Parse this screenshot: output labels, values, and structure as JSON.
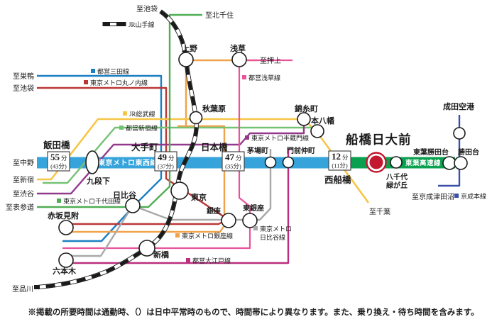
{
  "note": "※掲載の所要時間は通勤時、（）は日中平常時のもので、時間帯により異なります。また、乗り換え・待ち時間を含みます。",
  "banners": {
    "tozai": "東京メトロ東西線",
    "toyo": "東葉高速線"
  },
  "stations": {
    "ueno": "上野",
    "asakusa": "浅草",
    "akihabara": "秋葉原",
    "kinshicho": "錦糸町",
    "moto_yawata": "本八幡",
    "iidabashi": "飯田橋",
    "kudanshita": "九段下",
    "otemachi": "大手町",
    "nihombashi": "日本橋",
    "kayabacho": "茅場町",
    "monzen_nakacho": "門前仲町",
    "nishi_funabashi": "西船橋",
    "funabashi_nichidai_mae": "船橋日大前",
    "yachiyo_midorigaoka_line1": "八千代",
    "yachiyo_midorigaoka_line2": "緑が丘",
    "toyo_katsutadai": "東葉勝田台",
    "katsutadai": "勝田台",
    "narita_airport": "成田空港",
    "hibiya": "日比谷",
    "tokyo": "東京",
    "ginza": "銀座",
    "higashi_ginza": "東銀座",
    "akasaka_mitsuke": "赤坂見附",
    "shimbashi": "新橋",
    "roppongi": "六本木"
  },
  "endpoints": {
    "to_ikebukuro_top": "至池袋",
    "to_kita_senju": "至北千住",
    "to_oshiage": "至押上",
    "to_sugamo": "至巣鴨",
    "to_ikebukuro_left": "至池袋",
    "to_nakano": "至中野",
    "to_shinjuku": "至新宿",
    "to_shibuya": "至渋谷",
    "to_omotesando": "至表参道",
    "to_shinagawa": "至品川",
    "to_chiba": "至千葉",
    "to_keisei_tsudanuma": "至京成津田沼"
  },
  "legends": {
    "jr_yamanote": "JR山手線",
    "toei_mita": "都営三田線",
    "metro_marunouchi": "東京メトロ丸ノ内線",
    "toei_asakusa": "都営浅草線",
    "jr_sobu": "JR総武線",
    "toei_shinjuku": "都営新宿線",
    "metro_hanzomon": "東京メトロ半蔵門線",
    "metro_chiyoda": "東京メトロ千代田線",
    "metro_ginza": "東京メトロ銀座線",
    "metro_hibiya_line1": "東京メトロ",
    "metro_hibiya_line2": "日比谷線",
    "toei_oedo": "都営大江戸線",
    "keisei_main": "京成本線"
  },
  "time_boxes": {
    "unit": "分",
    "iidabashi": {
      "peak": "55",
      "offpeak": "(43分)"
    },
    "otemachi": {
      "peak": "49",
      "offpeak": "(37分)"
    },
    "nihombashi": {
      "peak": "47",
      "offpeak": "(35分)"
    },
    "nishi_funabashi": {
      "peak": "12",
      "offpeak": "(11分)"
    }
  },
  "colors": {
    "tozai_blue": "#36a4db",
    "toyo_green": "#0aa04f",
    "highlight_red": "#c41731",
    "mita_blue": "#1b7fc3",
    "marunouchi_red": "#bb3737",
    "ginza_orange": "#f0a24c",
    "sobu_yellow": "#f6c648",
    "shinjuku_green": "#74c274",
    "hanzomon_purple": "#93398c",
    "chiyoda_green": "#4fae53",
    "asakusa_pink": "#e8549b",
    "oedo_magenta": "#bb2e80",
    "hibiya_gray": "#a8a8a8",
    "keisei_blue": "#3a4fa8",
    "yamanote_black": "#1a1a1a"
  }
}
